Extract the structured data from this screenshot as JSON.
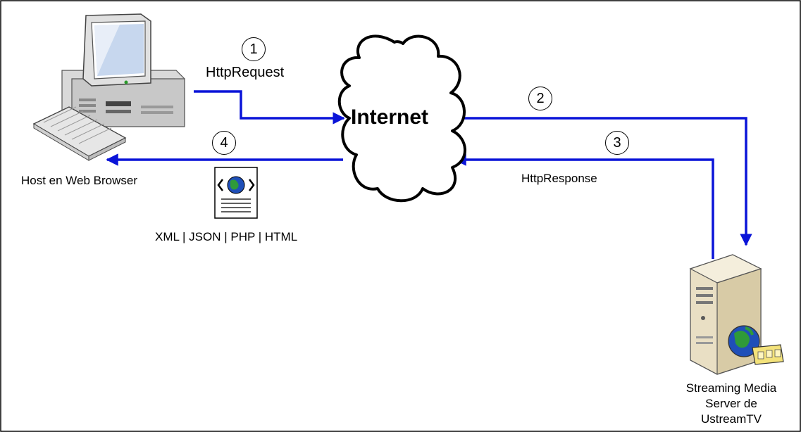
{
  "nodes": {
    "host": {
      "label": "Host en Web Browser",
      "icon": "desktop-computer-icon"
    },
    "internet": {
      "label": "Internet",
      "icon": "cloud-icon"
    },
    "server": {
      "label_lines": [
        "Streaming Media",
        "Server de",
        "UstreamTV"
      ],
      "icon": "media-server-icon"
    },
    "document": {
      "icon": "web-document-icon",
      "label": "XML | JSON | PHP | HTML"
    }
  },
  "steps": [
    {
      "number": "1",
      "label": "HttpRequest"
    },
    {
      "number": "2",
      "label": ""
    },
    {
      "number": "3",
      "label": "HttpResponse"
    },
    {
      "number": "4",
      "label": ""
    }
  ],
  "colors": {
    "arrow": "#0a14d8",
    "border": "#000000",
    "cloud_fill": "#ffffff"
  }
}
